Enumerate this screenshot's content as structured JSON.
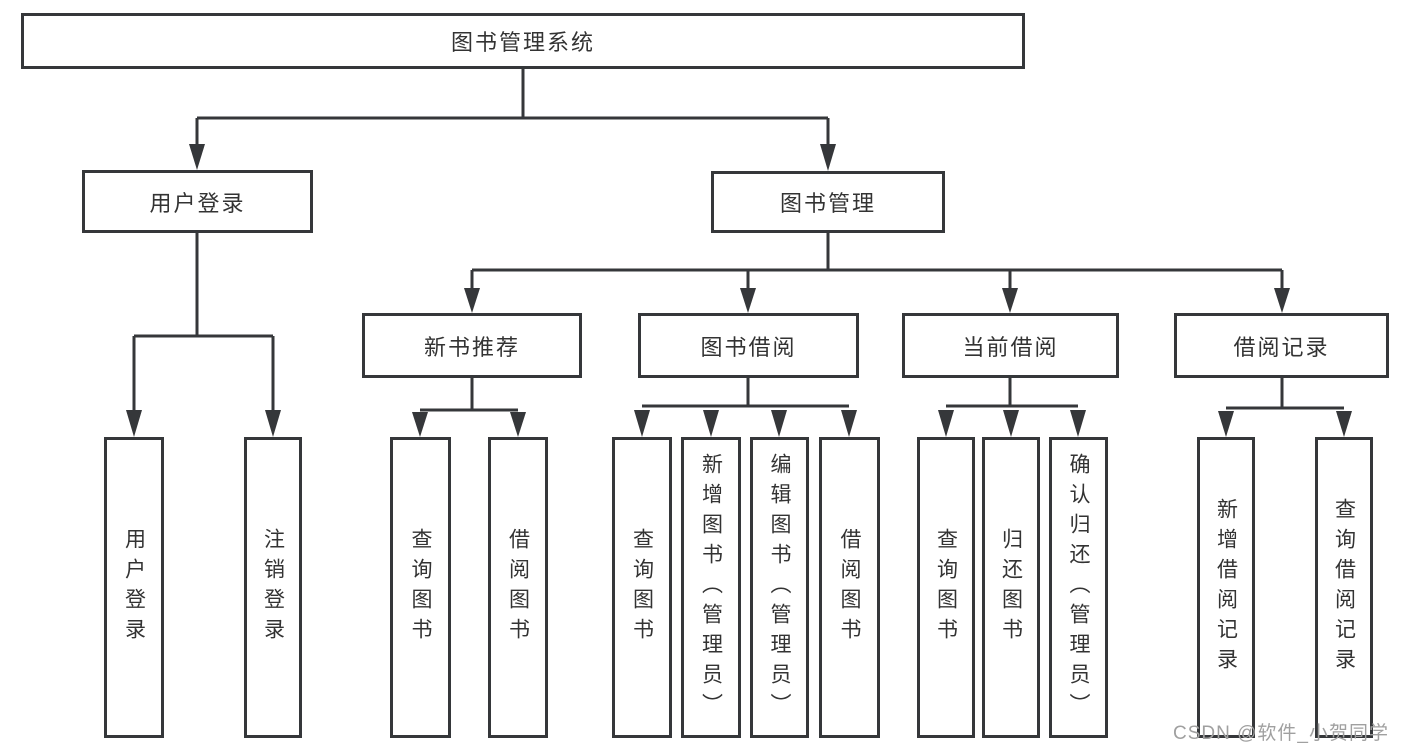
{
  "diagram_type": "functional-structure-tree",
  "colors": {
    "line": "#35373a",
    "box_border": "#35373a",
    "text": "#333333",
    "watermark": "#a0a0a0",
    "background": "#ffffff"
  },
  "tree": {
    "root": {
      "label": "图书管理系统",
      "children": [
        {
          "label": "用户登录",
          "children": [
            {
              "label": "用户登录"
            },
            {
              "label": "注销登录"
            }
          ]
        },
        {
          "label": "图书管理",
          "children": [
            {
              "label": "新书推荐",
              "children": [
                {
                  "label": "查询图书"
                },
                {
                  "label": "借阅图书"
                }
              ]
            },
            {
              "label": "图书借阅",
              "children": [
                {
                  "label": "查询图书"
                },
                {
                  "label": "新增图书（管理员）"
                },
                {
                  "label": "编辑图书（管理员）"
                },
                {
                  "label": "借阅图书"
                }
              ]
            },
            {
              "label": "当前借阅",
              "children": [
                {
                  "label": "查询图书"
                },
                {
                  "label": "归还图书"
                },
                {
                  "label": "确认归还（管理员）"
                }
              ]
            },
            {
              "label": "借阅记录",
              "children": [
                {
                  "label": "新增借阅记录"
                },
                {
                  "label": "查询借阅记录"
                }
              ]
            }
          ]
        }
      ]
    }
  },
  "watermark": "CSDN @软件_小贺同学"
}
